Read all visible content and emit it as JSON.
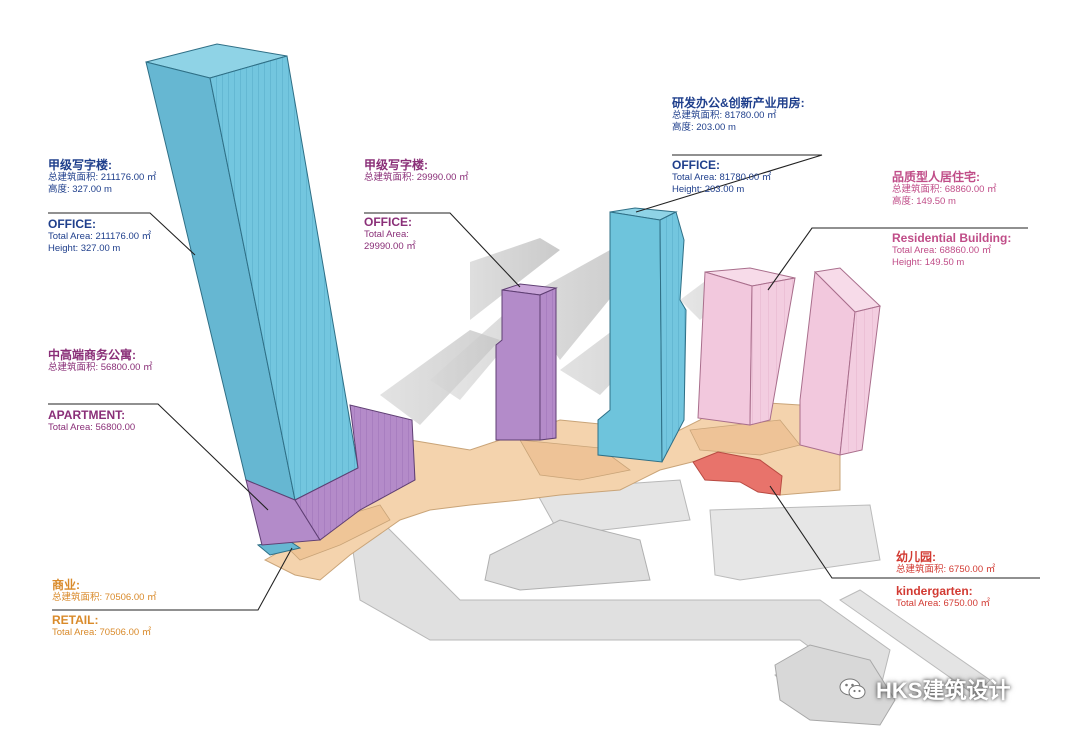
{
  "labels": {
    "office_tower": {
      "cn_title": "甲级写字楼:",
      "cn_area": "总建筑面积: 211176.00 ㎡",
      "cn_height": "高度: 327.00 m",
      "en_title": "OFFICE:",
      "en_area": "Total Area: 211176.00 ㎡",
      "en_height": "Height: 327.00 m"
    },
    "apartment": {
      "cn_title": "中高端商务公寓:",
      "cn_area": "总建筑面积: 56800.00 ㎡",
      "en_title": "APARTMENT:",
      "en_area": "Total Area: 56800.00"
    },
    "retail": {
      "cn_title": "商业:",
      "cn_area": "总建筑面积: 70506.00 ㎡",
      "en_title": "RETAIL:",
      "en_area": "Total Area: 70506.00 ㎡"
    },
    "office_mid": {
      "cn_title": "甲级写字楼:",
      "cn_area": "总建筑面积: 29990.00 ㎡",
      "en_title": "OFFICE:",
      "en_area_label": "Total Area:",
      "en_area_value": "29990.00 ㎡"
    },
    "rnd_office": {
      "cn_title": "研发办公&创新产业用房:",
      "cn_area": "总建筑面积: 81780.00 ㎡",
      "cn_height": "高度: 203.00 m",
      "en_title": "OFFICE:",
      "en_area": "Total Area: 81780.00 ㎡",
      "en_height": "Height: 203.00 m"
    },
    "residential": {
      "cn_title": "品质型人居住宅:",
      "cn_area": "总建筑面积: 68860.00 ㎡",
      "cn_height": "高度: 149.50 m",
      "en_title": "Residential Building:",
      "en_area": "Total Area: 68860.00 ㎡",
      "en_height": "Height: 149.50 m"
    },
    "kindergarten": {
      "cn_title": "幼儿园:",
      "cn_area": "总建筑面积: 6750.00 ㎡",
      "en_title": "kindergarten:",
      "en_area": "Total Area: 6750.00 ㎡"
    }
  },
  "watermark": {
    "text": "HKS建筑设计",
    "icon": "wechat-icon"
  },
  "colors": {
    "office": "#6ec4dc",
    "apartment": "#b38bc9",
    "residential": "#f2c8dd",
    "retail": "#f4d4ae",
    "kindergarten": "#e8736b",
    "shadow": "#c8c8c8",
    "bridge": "#dcdcdc"
  }
}
